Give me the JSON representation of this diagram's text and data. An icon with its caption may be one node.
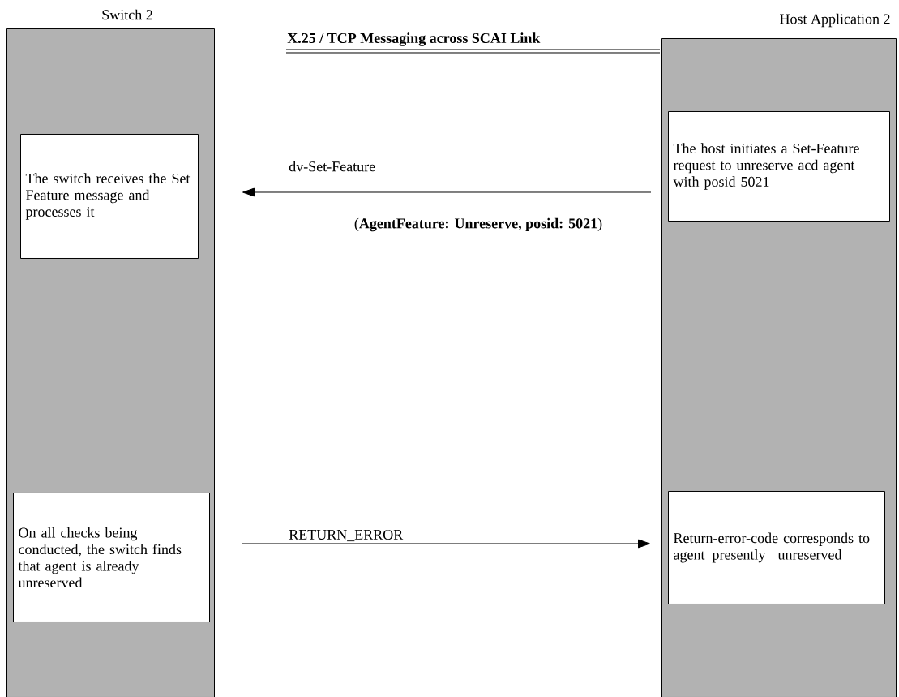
{
  "diagram": {
    "title": "X.25 / TCP Messaging across SCAI Link",
    "nodes": [
      {
        "text": [
          "Switch 2"
        ]
      },
      {
        "text": [
          "Host Application 2"
        ]
      },
      {
        "text": [
          "The switch receives the Set Feature message and processes it"
        ],
        "in": 0
      },
      {
        "text": [
          "The host initiates a Set-Feature request to unreserve acd agent with posid 5021"
        ],
        "in": 1
      },
      {
        "text": [
          "On all checks being conducted, the switch finds that agent is already unreserved"
        ],
        "in": 0
      },
      {
        "text": [
          "Return-error-code corresponds to agent_presently_ unreserved"
        ],
        "in": 1
      }
    ],
    "edges": [
      {
        "from": 3,
        "to": 2,
        "arrow": "to",
        "label": "dv-Set-Feature"
      },
      {
        "from": 4,
        "to": 5,
        "arrow": "to",
        "label": "RETURN_ERROR"
      }
    ],
    "labels": [
      "(**AgentFeature: Unreserve, posid: 5021**)"
    ]
  }
}
